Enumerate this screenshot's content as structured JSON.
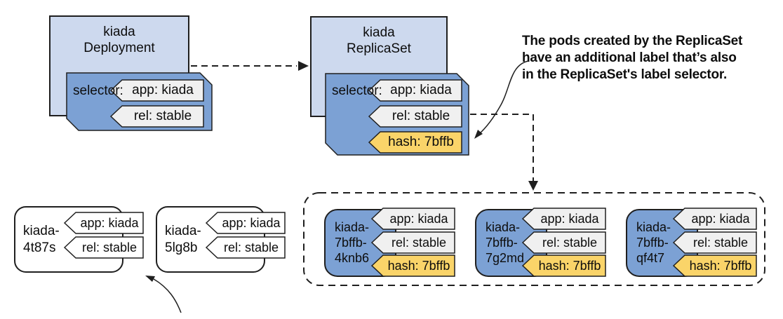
{
  "colors": {
    "resource_box_fill": "#cdd9ee",
    "selector_fill": "#7ca1d4",
    "pod_blue_fill": "#7ca1d4",
    "tag_gray_fill": "#f0f0f0",
    "tag_yellow_fill": "#fad469",
    "tag_white_fill": "#ffffff",
    "line_color": "#1f1f1f"
  },
  "deployment": {
    "title": "kiada\nDeployment",
    "selector_label": "selector:",
    "labels": {
      "app": "app: kiada",
      "rel": "rel: stable"
    }
  },
  "replicaset": {
    "title": "kiada\nReplicaSet",
    "selector_label": "selector:",
    "labels": {
      "app": "app: kiada",
      "rel": "rel: stable",
      "hash": "hash: 7bffb"
    }
  },
  "annotation": {
    "text": "The pods created by the ReplicaSet\nhave an additional label that’s also\nin the ReplicaSet's label selector."
  },
  "orphan_pods": [
    {
      "name": "kiada-\n4t87s",
      "labels": {
        "app": "app: kiada",
        "rel": "rel: stable"
      }
    },
    {
      "name": "kiada-\n5lg8b",
      "labels": {
        "app": "app: kiada",
        "rel": "rel: stable"
      }
    }
  ],
  "replicaset_pods": [
    {
      "name": "kiada-\n7bffb-\n4knb6",
      "labels": {
        "app": "app: kiada",
        "rel": "rel: stable",
        "hash": "hash: 7bffb"
      }
    },
    {
      "name": "kiada-\n7bffb-\n7g2md",
      "labels": {
        "app": "app: kiada",
        "rel": "rel: stable",
        "hash": "hash: 7bffb"
      }
    },
    {
      "name": "kiada-\n7bffb-\nqf4t7",
      "labels": {
        "app": "app: kiada",
        "rel": "rel: stable",
        "hash": "hash: 7bffb"
      }
    }
  ]
}
